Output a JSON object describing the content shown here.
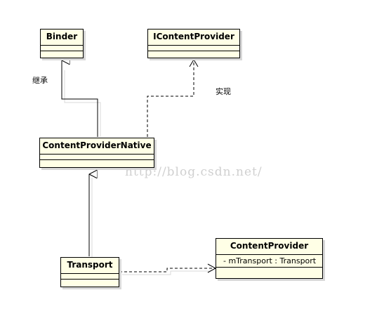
{
  "classes": {
    "binder": {
      "name": "Binder"
    },
    "icontentprovider": {
      "name": "IContentProvider"
    },
    "contentprovidernative": {
      "name": "ContentProviderNative"
    },
    "transport": {
      "name": "Transport"
    },
    "contentprovider": {
      "name": "ContentProvider",
      "attribute": "- mTransport : Transport"
    }
  },
  "labels": {
    "inherit": "继承",
    "implement": "实现"
  },
  "watermark": "http://blog.csdn.net/",
  "colors": {
    "class_fill": "#ffffe6",
    "border": "#000000",
    "shadow": "#d8d8d8",
    "watermark": "#d0d0d0"
  }
}
